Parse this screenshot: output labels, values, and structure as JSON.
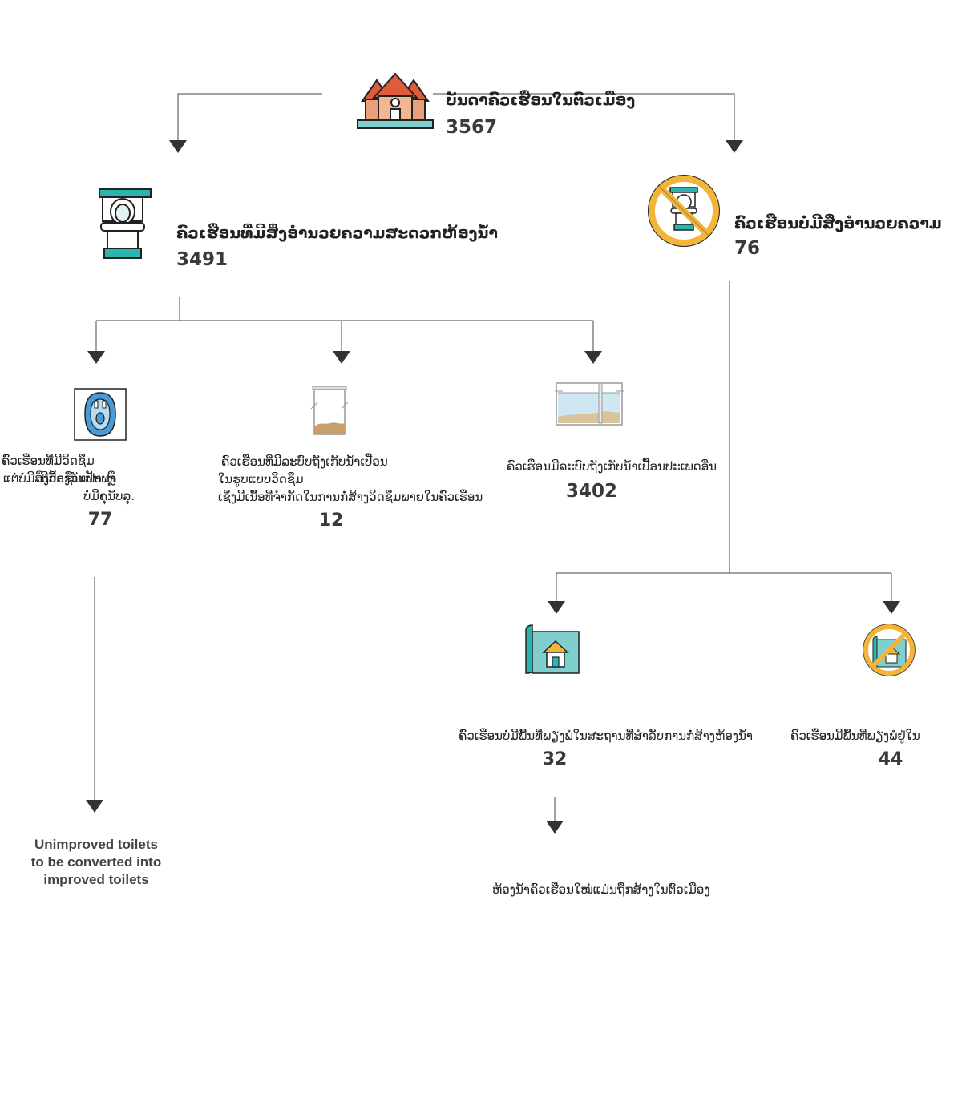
{
  "root": {
    "label": "ບັນດາຄົວເຮືອນໃນຕົວເມືອງ",
    "value": "3567",
    "icon": "houses-icon"
  },
  "with_toilet": {
    "label": "ຄົວເຮືອນທີ່ມີສິ່ງອຳນວຍຄວາມສະດວກຫ້ອງນ້ຳ",
    "value": "3491",
    "icon": "toilet-icon"
  },
  "without_toilet": {
    "label": "ຄົວເຮືອນບໍ່ມີສິ່ງອຳນວຍຄວາມ",
    "value": "76",
    "icon": "no-toilet-icon"
  },
  "branch_a": {
    "line1": "ຄົວເຮືອນທີ່ມີວິດຊຶມ",
    "line2": "ແຕ່ບໍ່ມີສິ່ງປ້ອງກັນຝາ ຫຼື",
    "line2b": "ມີວິດຊຶມເປັນຝາ",
    "line3": "ບໍ່ມີຄຸນັບລຸ.",
    "value": "77",
    "icon": "squat-toilet-icon"
  },
  "branch_b": {
    "line1": "ຄົວເຮືອນທີ່ມີລະບົບຖັງເກັບນ້ຳເປື້ອນ",
    "line2": "ໃນຮູບແບບວິດຊຶມ",
    "line3": "ເຊິ່ງມີເນື້ອທີ່ຈຳກັດໃນການກໍ່ສ້າງວິດຊຶມພາຍໃນຄົວເຮືອນ",
    "value": "12",
    "icon": "pit-tank-icon"
  },
  "branch_c": {
    "label": "ຄົວເຮືອນມີລະບົບຖັງເກັບນ້ຳເປື້ອນປະເພດອື່ນ",
    "value": "3402",
    "icon": "septic-tank-icon"
  },
  "branch_d": {
    "label": "ຄົວເຮືອນບໍ່ມີພື້ນທີ່ພຽງພໍໃນສະຖານທີ່ສຳລັບການກໍ່ສ້າງຫ້ອງນ້ຳ",
    "value": "32",
    "icon": "house-plan-icon"
  },
  "branch_e": {
    "label": "ຄົວເຮືອນມີພື້ນທີ່ພຽງພໍຢູ່ໃນ",
    "value": "44",
    "icon": "no-house-plan-icon"
  },
  "note_unimproved": {
    "text": "Unimproved toilets to be converted into improved toilets"
  },
  "note_new": {
    "text": "ຫ້ອງນ້ຳຄົວເຮືອນໃໝ່ແມ່ນຖືກສ້າງໃນຕົວເມືອງ"
  },
  "colors": {
    "line": "#444444",
    "roof": "#e05a3c",
    "wall": "#e8a07a",
    "teal": "#2bb5b0",
    "ban": "#f3b43a",
    "blue": "#4a9ad6",
    "sand": "#c9a06a"
  }
}
